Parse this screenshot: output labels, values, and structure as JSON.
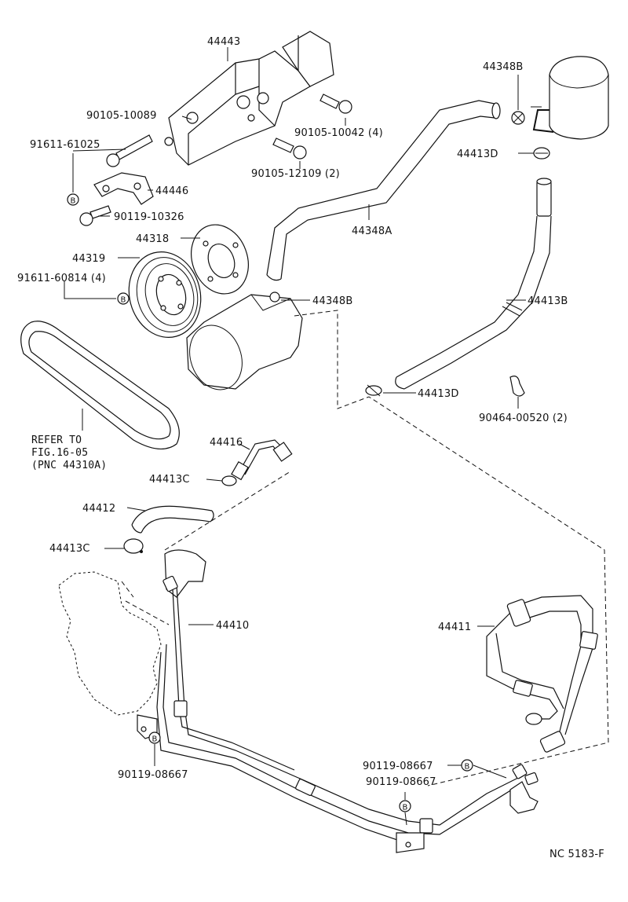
{
  "labels": {
    "p44443": "44443",
    "p90105_10089": "90105-10089",
    "p91611_61025": "91611-61025",
    "p44446": "44446",
    "p90119_10326": "90119-10326",
    "p90105_10042": "90105-10042 (4)",
    "p90105_12109": "90105-12109 (2)",
    "p44348B_top": "44348B",
    "p44413D_top": "44413D",
    "p44348A": "44348A",
    "p44318": "44318",
    "p44319": "44319",
    "p91611_60814": "91611-60814 (4)",
    "p44348B_mid": "44348B",
    "p44413B": "44413B",
    "p44413D_mid": "44413D",
    "p90464_00520": "90464-00520 (2)",
    "refer1": "REFER TO",
    "refer2": "FIG.16-05",
    "refer3": "(PNC 44310A)",
    "p44416": "44416",
    "p44413C_a": "44413C",
    "p44412": "44412",
    "p44413C_b": "44413C",
    "p44410": "44410",
    "p44411": "44411",
    "p90119_08667_a": "90119-08667",
    "p90119_08667_b": "90119-08667",
    "p90119_08667_c": "90119-08667",
    "figure_code": "NC 5183-F"
  },
  "markers": {
    "b": "B"
  }
}
